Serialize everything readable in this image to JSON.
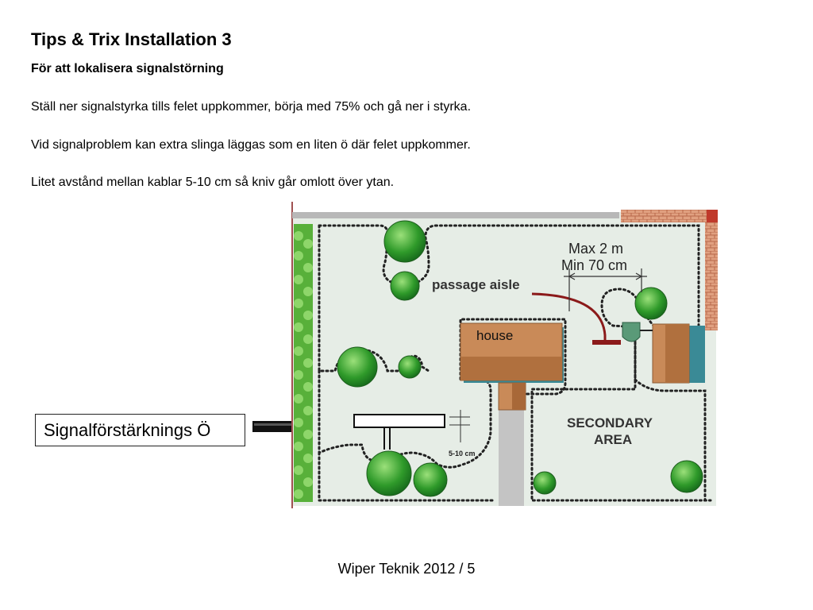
{
  "slide": {
    "title": "Tips & Trix Installation 3",
    "subtitle": "För att lokalisera signalstörning",
    "paragraphs": [
      "Ställ ner signalstyrka tills felet uppkommer, börja med 75% och gå ner i styrka.",
      "Vid signalproblem kan extra slinga läggas som en liten ö där felet uppkommer.",
      "Litet avstånd mellan kablar 5-10 cm så kniv går omlott över ytan."
    ],
    "footer": "Wiper Teknik 2012 / 5"
  },
  "callout": {
    "label": "Signalförstärknings Ö"
  },
  "diagram": {
    "labels": {
      "max_distance": "Max 2 m",
      "min_distance": "Min 70 cm",
      "passage": "passage aisle",
      "house": "house",
      "secondary_line1": "SECONDARY",
      "secondary_line2": "AREA",
      "gap": "5-10 cm"
    },
    "colors": {
      "lawn": "#e6ede6",
      "path": "#bdbdbd",
      "roof": "#c8875a",
      "brick": "#d98c6a",
      "hedge": "#5fb33a",
      "wire": "#8b1a1a",
      "station": "#5a9a78"
    }
  }
}
